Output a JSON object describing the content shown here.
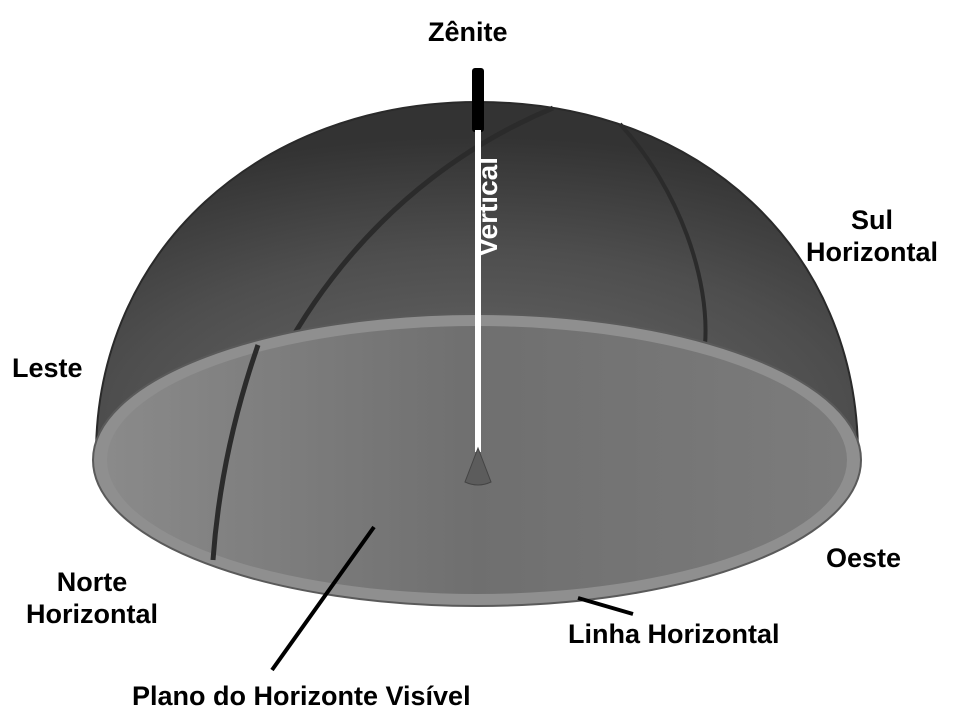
{
  "labels": {
    "zenith": "Zênite",
    "vertical": "Vertical",
    "south_line1": "Sul",
    "south_line2": "Horizontal",
    "east": "Leste",
    "west": "Oeste",
    "north_line1": "Norte",
    "north_line2": "Horizontal",
    "horizon_line": "Linha Horizontal",
    "horizon_plane": "Plano do Horizonte Visível"
  },
  "colors": {
    "dome_dark": "#3f3f3f",
    "dome_mid": "#5e5e5e",
    "disk_rim": "#8c8c8c",
    "disk_fill": "#777777",
    "vertical_line": "#ffffff",
    "text": "#000000"
  }
}
